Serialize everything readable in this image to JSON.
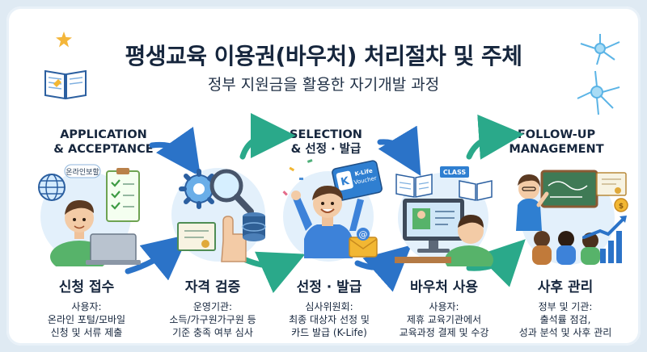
{
  "title": "평생교육 이용권(바우처) 처리절차 및 주체",
  "subtitle": "정부 지원금을 활용한 자기개발 과정",
  "phases": [
    {
      "line1": "APPLICATION",
      "line2": "& ACCEPTANCE"
    },
    {
      "line1": "SELECTION",
      "line2": "& 선정 · 발급"
    },
    {
      "line1": "FOLLOW-UP",
      "line2": "MANAGEMENT"
    }
  ],
  "labels": {
    "online_portal": "온라인보할",
    "card_brand": "K-Life",
    "card_word": "Voucher",
    "class_sign": "CLASS",
    "email_at": "@"
  },
  "stages": [
    {
      "name": "신청 접수",
      "lines": [
        "사용자:",
        "온라인 포털/모바일",
        "신청 및 서류 제출"
      ]
    },
    {
      "name": "자격 검증",
      "lines": [
        "운영기관:",
        "소득/가구원가구원 등",
        "기준 충족 여부 심사"
      ]
    },
    {
      "name": "선정 · 발급",
      "lines": [
        "심사위원회:",
        "최종 대상자 선정 및",
        "카드 발급 (K-Life)"
      ]
    },
    {
      "name": "바우처 사용",
      "lines": [
        "사용자:",
        "제휴 교육기관에서",
        "교육과정 결제 및 수강"
      ]
    },
    {
      "name": "사후 관리",
      "lines": [
        "정부 및 기관:",
        "출석률 점검,",
        "성과 분석 및 사후 관리"
      ]
    }
  ],
  "colors": {
    "arrow_blue": "#2b73c8",
    "arrow_teal": "#2aa98a",
    "text_dark": "#16263d",
    "shirt_green": "#57b36a",
    "shirt_blue": "#3d82d9"
  },
  "icons": [
    "book-icon",
    "star-icon",
    "neuron-icon",
    "globe-icon",
    "checklist-icon",
    "laptop-icon",
    "gear-icon",
    "magnifier-icon",
    "certificate-icon",
    "database-icon",
    "voucher-card-icon",
    "envelope-icon",
    "monitor-icon",
    "chalkboard-icon",
    "growth-chart-icon",
    "coin-icon"
  ]
}
